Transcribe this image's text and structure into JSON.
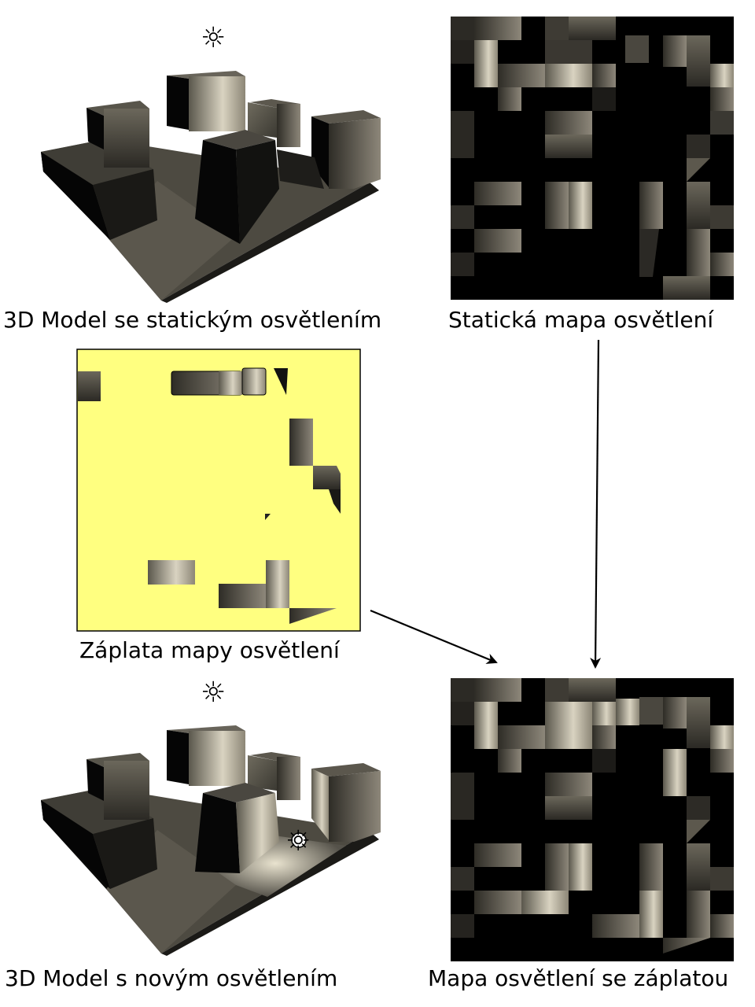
{
  "captions": {
    "model_static": "3D Model se statickým osvětlením",
    "map_static": "Statická mapa osvětlení",
    "patch": "Záplata mapy osvětlení",
    "model_new": "3D Model s novým osvětlením",
    "map_patched": "Mapa osvětlení se záplatou"
  },
  "icons": {
    "sun_symbol": "☼"
  },
  "colors": {
    "patch_background": "#ffff80",
    "map_background": "#000000",
    "shade_light": "#d8d2c0",
    "shade_mid": "#8a8474",
    "shade_dark": "#3a3830",
    "arrow": "#000000"
  }
}
